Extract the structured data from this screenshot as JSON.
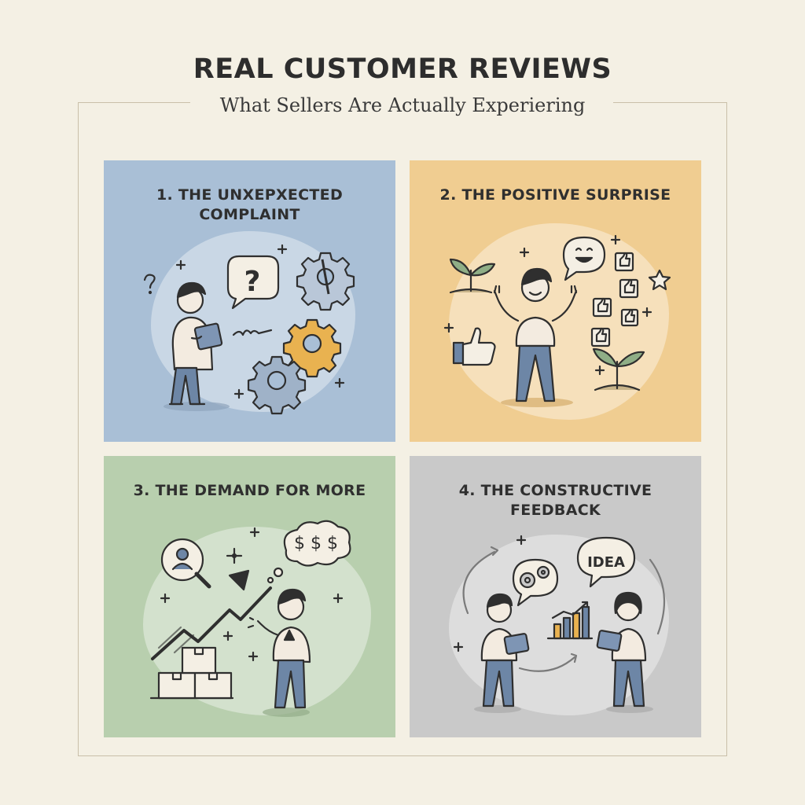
{
  "header": {
    "title": "REAL CUSTOMER REVIEWS",
    "subtitle": "What Sellers Are Actually Experiering"
  },
  "panels": [
    {
      "title_line1": "1. THE UNXEPXECTED",
      "title_line2": "COMPLAINT",
      "color": "#a9bfd6"
    },
    {
      "title_line1": "2. THE POSITIVE SURPRISE",
      "title_line2": "",
      "color": "#f0cd91"
    },
    {
      "title_line1": "3. THE DEMAND FOR MORE",
      "title_line2": "",
      "color": "#b8cfae"
    },
    {
      "title_line1": "4. THE CONSTRUCTIVE",
      "title_line2": "FEEDBACK",
      "color": "#c9c9c9"
    }
  ],
  "bubbles": {
    "question": "?",
    "money": "$ $ $",
    "idea": "IDEA"
  },
  "colors": {
    "background": "#f4f0e4",
    "frame": "#c9bfa9",
    "ink": "#2f2f2f",
    "gear_accent": "#e9b250",
    "bar_accent": "#e9b250"
  }
}
